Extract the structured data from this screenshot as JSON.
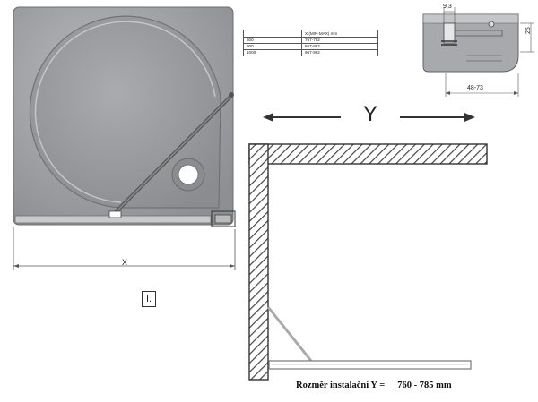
{
  "plan": {
    "x_label": "X",
    "view_marker": "I."
  },
  "table": {
    "header": [
      "",
      "X (MIN-MAX) mm"
    ],
    "rows": [
      [
        "800",
        "767-792"
      ],
      [
        "900",
        "867-892"
      ],
      [
        "1000",
        "967-992"
      ]
    ]
  },
  "detail": {
    "dim_top": "9,3",
    "dim_side": "25",
    "dim_bottom": "48-73"
  },
  "elevation": {
    "y_label": "Y",
    "install_label": "Rozměr instalační Y =",
    "install_value": "760 - 785 mm"
  },
  "colors": {
    "tray": "#9ea0a3",
    "tray_edge": "#5d5f62",
    "hatch": "#444444",
    "panel": "#a8a8a8"
  }
}
